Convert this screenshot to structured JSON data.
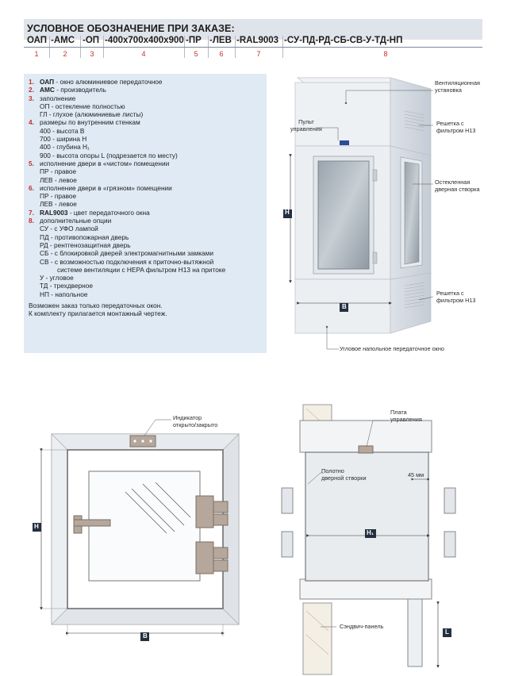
{
  "header": {
    "title": "УСЛОВНОЕ ОБОЗНАЧЕНИЕ ПРИ ЗАКАЗЕ:",
    "codes": [
      "ОАП",
      "-АМС",
      "-ОП",
      "-400x700x400x900",
      "-ПР",
      "-ЛЕВ",
      "-RAL9003",
      "-СУ-ПД-РД-СБ-СВ-У-ТД-НП"
    ],
    "numbers": [
      "1",
      "2",
      "3",
      "4",
      "5",
      "6",
      "7",
      "8"
    ]
  },
  "specs": {
    "items": [
      {
        "num": "1.",
        "bold": "ОАП",
        "text": " - окно алюминиевое передаточное"
      },
      {
        "num": "2.",
        "bold": "АМС",
        "text": " - производитель"
      },
      {
        "num": "3.",
        "bold": "",
        "text": "заполнение",
        "sub": [
          {
            "bold": "ОП",
            "text": " - остекление полностью"
          },
          {
            "bold": "ГЛ",
            "text": " - глухое (алюминиевые листы)"
          }
        ]
      },
      {
        "num": "4.",
        "bold": "",
        "text": "размеры по внутренним стенкам",
        "sub": [
          {
            "bold": "400",
            "text": " - высота ",
            "b2": "В"
          },
          {
            "bold": "700",
            "text": " - ширина ",
            "b2": "Н"
          },
          {
            "bold": "400",
            "text": " - глубина ",
            "b2": "Н₁"
          },
          {
            "bold": "900",
            "text": " - высота опоры ",
            "b2": "L",
            "tail": " (подрезается по месту)"
          }
        ]
      },
      {
        "num": "5.",
        "bold": "",
        "text": "исполнение двери в «чистом» помещении",
        "sub": [
          {
            "bold": "ПР",
            "text": " - правое"
          },
          {
            "bold": "ЛЕВ",
            "text": " - левое"
          }
        ]
      },
      {
        "num": "6.",
        "bold": "",
        "text": "исполнение двери в «грязном» помещении",
        "sub": [
          {
            "bold": "ПР",
            "text": " - правое"
          },
          {
            "bold": "ЛЕВ",
            "text": " - левое"
          }
        ]
      },
      {
        "num": "7.",
        "bold": "RAL9003",
        "text": " - цвет передаточного окна"
      },
      {
        "num": "8.",
        "bold": "",
        "text": "дополнительные опции",
        "sub": [
          {
            "bold": "СУ",
            "text": " - с УФО лампой"
          },
          {
            "bold": "ПД",
            "text": " - противопожарная дверь"
          },
          {
            "bold": "РД",
            "text": " - рентгенозащитная дверь"
          },
          {
            "bold": "СБ",
            "text": " - с блокировкой дверей электромагнитными замками"
          },
          {
            "bold": "СВ",
            "text": " - с возможностью подключения к приточно-вытяжной"
          },
          {
            "bold": "",
            "text": "системе вентиляции с HEPA фильтром H13 на притоке",
            "indent": true
          },
          {
            "bold": "У",
            "text": " - угловое"
          },
          {
            "bold": "ТД",
            "text": " - трехдверное"
          },
          {
            "bold": "НП",
            "text": " - напольное"
          }
        ]
      }
    ],
    "note1": "Возможен заказ только передаточных окон.",
    "note2": "К комплекту прилагается монтажный чертеж."
  },
  "labels": {
    "vent": "Вентиляционная\nустановка",
    "panel": "Пульт\nуправления",
    "grille1": "Решетка с\nфильтром H13",
    "glass": "Остекленная\nдверная створка",
    "grille2": "Решетка с\nфильтром H13",
    "corner": "Угловое напольное передаточное окно",
    "indicator": "Индикатор\nоткрыто/закрыто",
    "board": "Плата\nуправления",
    "door_leaf": "Полотно\nдверной створки",
    "gap": "45 мм",
    "sandwich": "Сэндвич-панель",
    "dimH": "H",
    "dimB": "B",
    "dimH1": "H₁",
    "dimL": "L"
  }
}
